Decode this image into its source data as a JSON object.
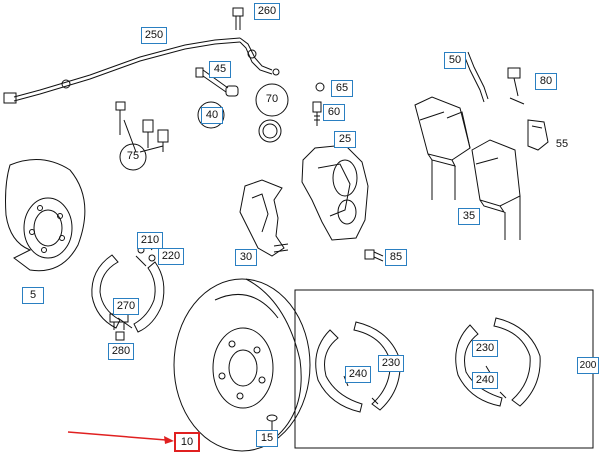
{
  "accent_color": "#2a7fc1",
  "highlight_color": "#e02020",
  "callouts": {
    "p260": "260",
    "p250": "250",
    "p45": "45",
    "p40": "40",
    "p70": "70",
    "p65": "65",
    "p60": "60",
    "p25": "25",
    "p50": "50",
    "p80": "80",
    "p55": "55",
    "p75": "75",
    "p35": "35",
    "p30": "30",
    "p85": "85",
    "p210": "210",
    "p220": "220",
    "p5": "5",
    "p270": "270",
    "p280": "280",
    "p10": "10",
    "p15": "15",
    "p240a": "240",
    "p230a": "230",
    "p230b": "230",
    "p240b": "240",
    "p200": "200"
  }
}
